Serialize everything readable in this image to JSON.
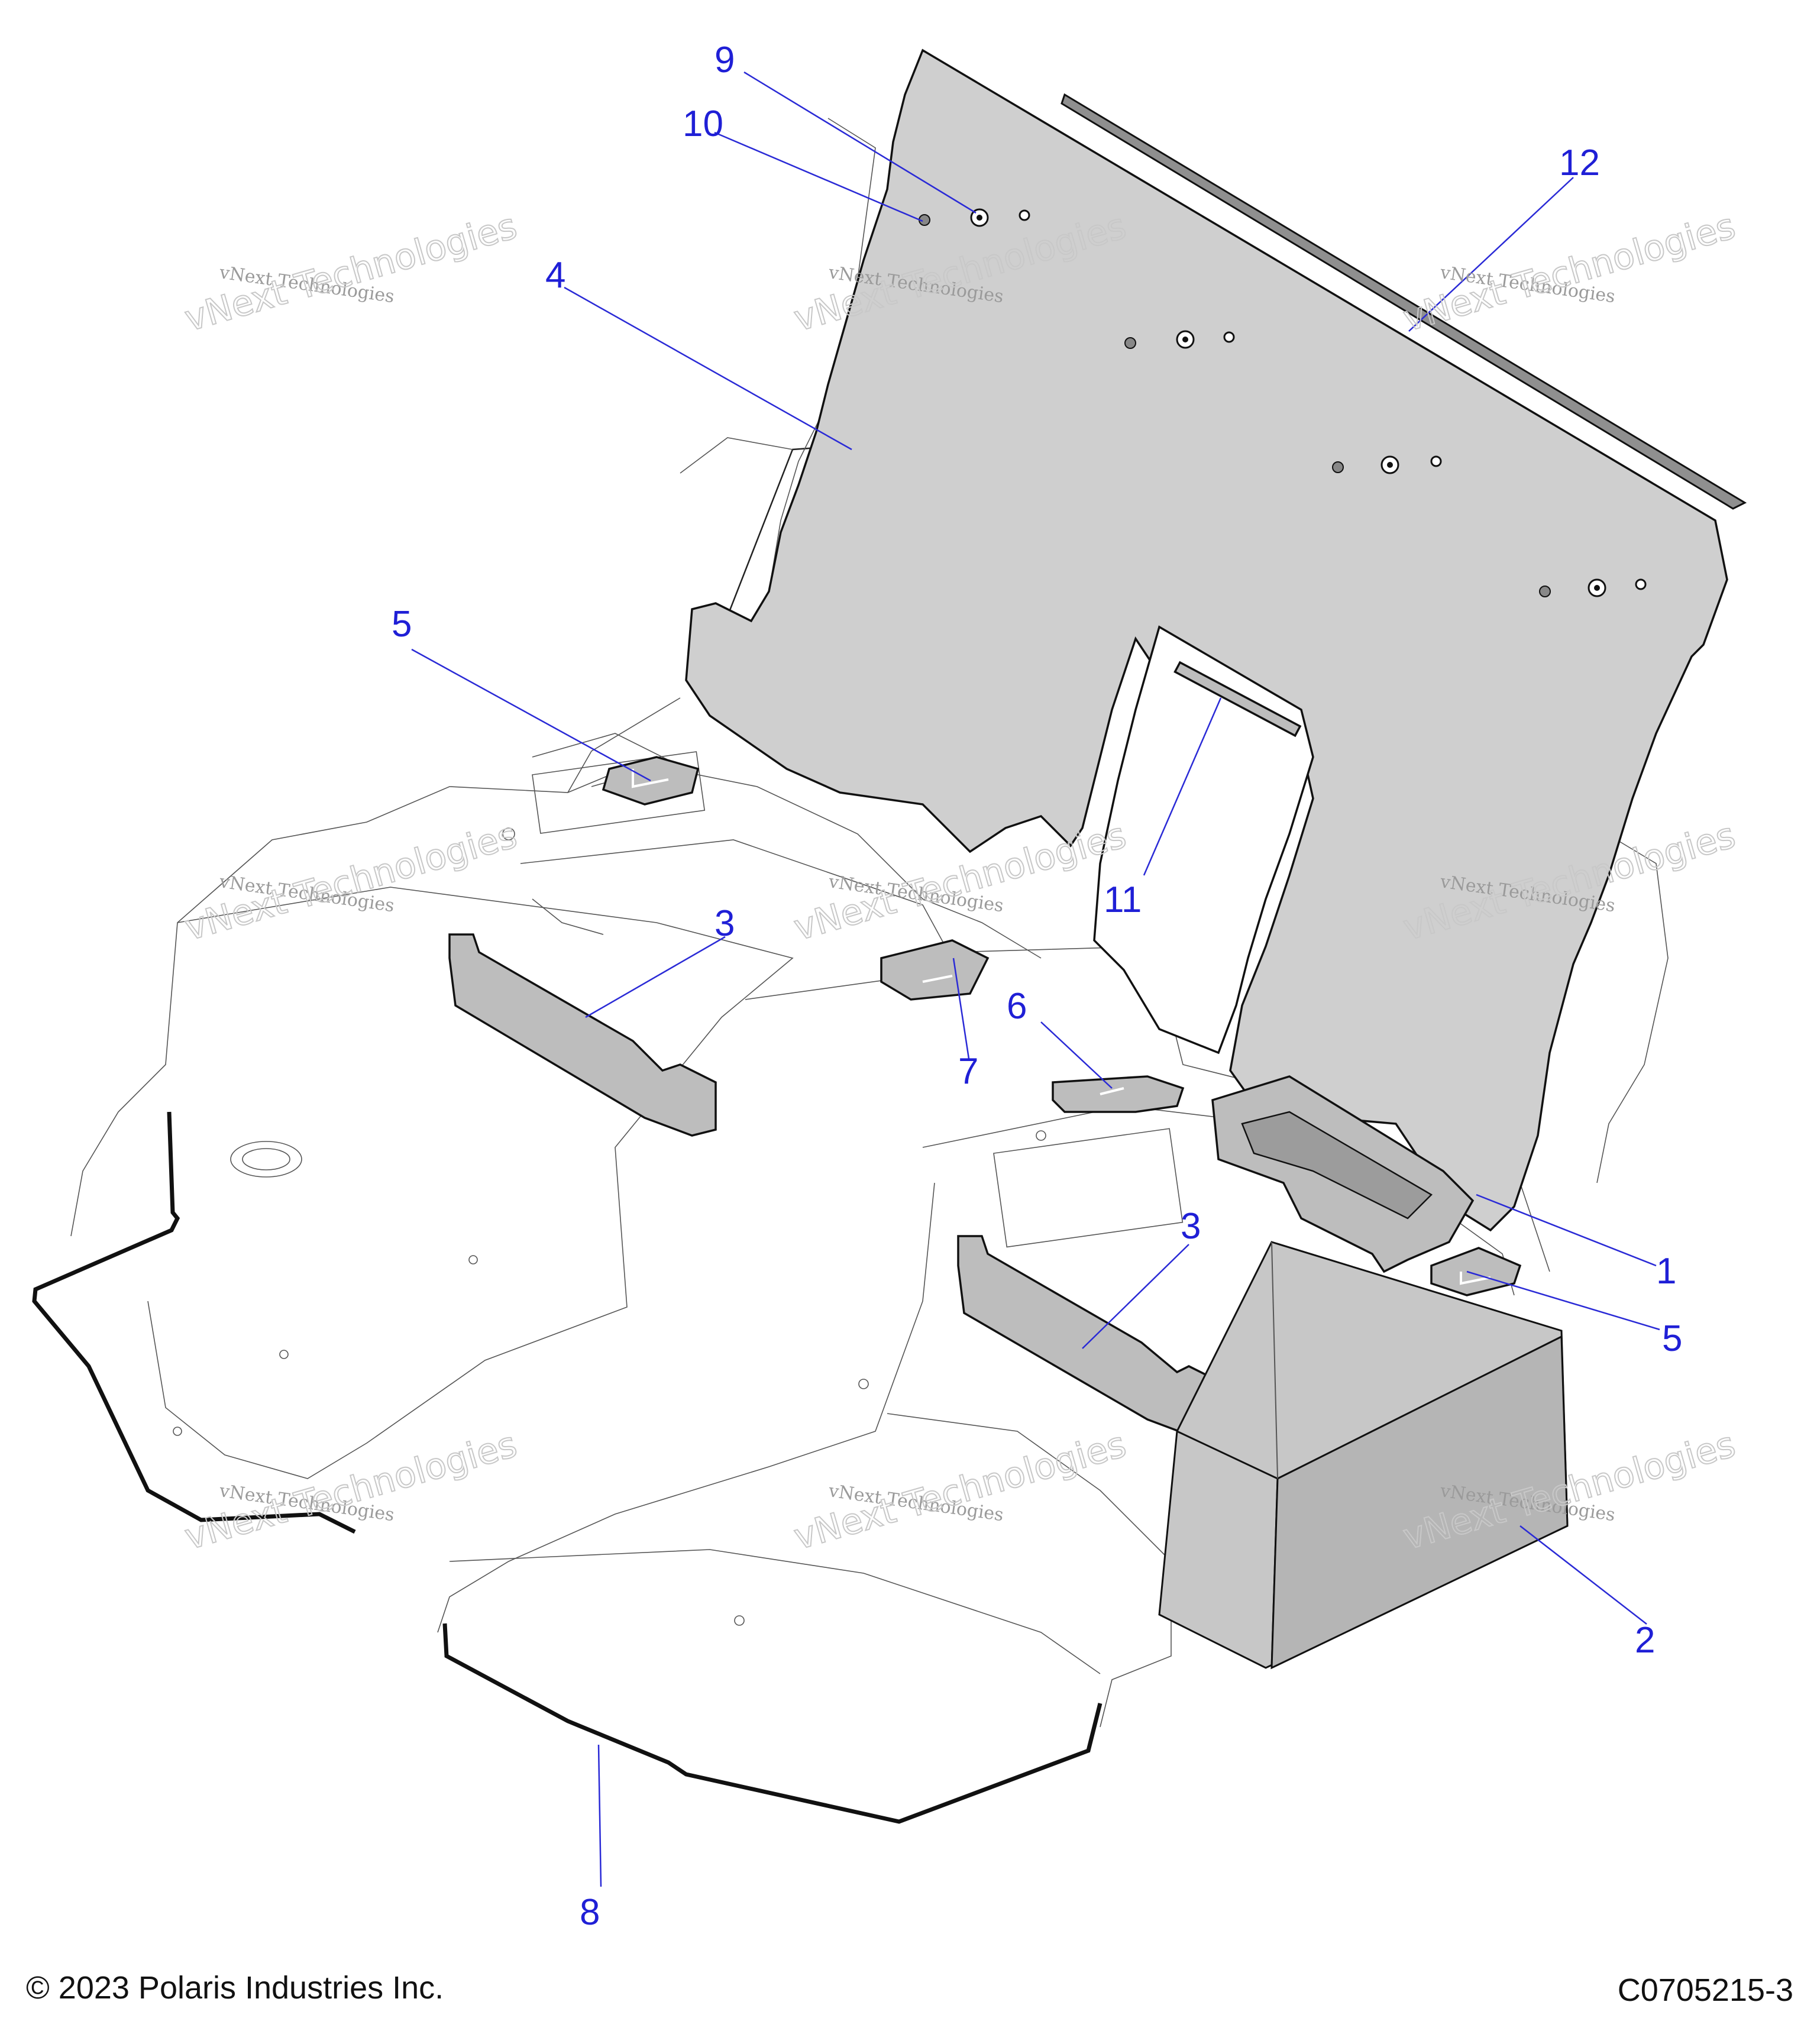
{
  "diagram": {
    "callouts": [
      {
        "id": "c1",
        "label": "1"
      },
      {
        "id": "c2",
        "label": "2"
      },
      {
        "id": "c3a",
        "label": "3"
      },
      {
        "id": "c3b",
        "label": "3"
      },
      {
        "id": "c4",
        "label": "4"
      },
      {
        "id": "c5a",
        "label": "5"
      },
      {
        "id": "c5b",
        "label": "5"
      },
      {
        "id": "c6",
        "label": "6"
      },
      {
        "id": "c7",
        "label": "7"
      },
      {
        "id": "c8",
        "label": "8"
      },
      {
        "id": "c9",
        "label": "9"
      },
      {
        "id": "c10",
        "label": "10"
      },
      {
        "id": "c11",
        "label": "11"
      },
      {
        "id": "c12",
        "label": "12"
      }
    ],
    "watermark_small": "vNext Technologies",
    "watermark_large": "vNext Technologies",
    "callout_color": "#1f1fd6"
  },
  "footer": {
    "copyright": "© 2023 Polaris Industries Inc.",
    "drawing_id": "C0705215-3"
  }
}
